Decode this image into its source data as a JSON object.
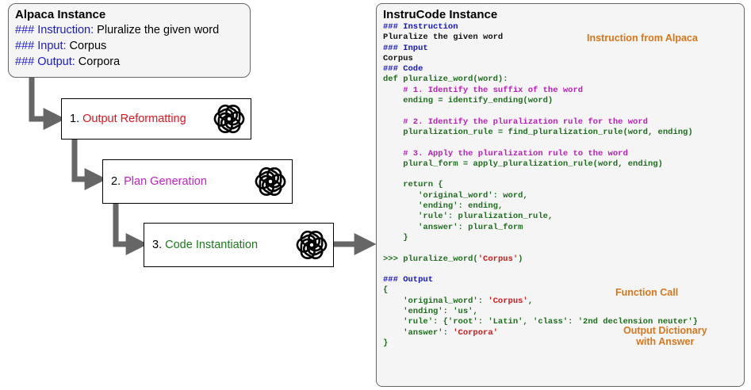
{
  "alpaca": {
    "title": "Alpaca Instance",
    "instruction_key": "### Instruction:",
    "instruction_val": " Pluralize the given word",
    "input_key": "### Input:",
    "input_val": " Corpus",
    "output_key": "### Output:",
    "output_val": " Corpora"
  },
  "steps": [
    {
      "num": "1. ",
      "name": "Output Reformatting",
      "color": "#e3121d",
      "icon": "openai-logo-icon"
    },
    {
      "num": "2. ",
      "name": "Plan Generation",
      "color": "#c61fc6",
      "icon": "openai-logo-icon"
    },
    {
      "num": "3. ",
      "name": "Code Instantiation",
      "color": "#1b7a1b",
      "icon": "openai-logo-icon"
    }
  ],
  "instru": {
    "title": "InstruCode Instance",
    "lines": [
      {
        "segs": [
          {
            "t": "### Instruction",
            "c": "c-blue"
          }
        ]
      },
      {
        "segs": [
          {
            "t": "Pluralize the given word",
            "c": "c-black"
          }
        ]
      },
      {
        "segs": [
          {
            "t": "### Input",
            "c": "c-blue"
          }
        ]
      },
      {
        "segs": [
          {
            "t": "Corpus",
            "c": "c-black"
          }
        ]
      },
      {
        "segs": [
          {
            "t": "### Code",
            "c": "c-blue"
          }
        ]
      },
      {
        "segs": [
          {
            "t": "def pluralize_word(word):",
            "c": "c-green"
          }
        ]
      },
      {
        "segs": [
          {
            "t": "    # 1. Identify the suffix of the word",
            "c": "c-mag"
          }
        ]
      },
      {
        "segs": [
          {
            "t": "    ending = identify_ending(word)",
            "c": "c-green"
          }
        ]
      },
      {
        "segs": []
      },
      {
        "segs": [
          {
            "t": "    # 2. Identify the pluralization rule for the word",
            "c": "c-mag"
          }
        ]
      },
      {
        "segs": [
          {
            "t": "    pluralization_rule = find_pluralization_rule(word, ending)",
            "c": "c-green"
          }
        ]
      },
      {
        "segs": []
      },
      {
        "segs": [
          {
            "t": "    # 3. Apply the pluralization rule to the word",
            "c": "c-mag"
          }
        ]
      },
      {
        "segs": [
          {
            "t": "    plural_form = apply_pluralization_rule(word, ending)",
            "c": "c-green"
          }
        ]
      },
      {
        "segs": []
      },
      {
        "segs": [
          {
            "t": "    return {",
            "c": "c-green"
          }
        ]
      },
      {
        "segs": [
          {
            "t": "       'original_word': word,",
            "c": "c-green"
          }
        ]
      },
      {
        "segs": [
          {
            "t": "       'ending': ending,",
            "c": "c-green"
          }
        ]
      },
      {
        "segs": [
          {
            "t": "       'rule': pluralization_rule,",
            "c": "c-green"
          }
        ]
      },
      {
        "segs": [
          {
            "t": "       'answer': plural_form",
            "c": "c-green"
          }
        ]
      },
      {
        "segs": [
          {
            "t": "    }",
            "c": "c-green"
          }
        ]
      },
      {
        "segs": []
      },
      {
        "segs": [
          {
            "t": ">>> pluralize_word(",
            "c": "c-green"
          },
          {
            "t": "'Corpus'",
            "c": "c-red"
          },
          {
            "t": ")",
            "c": "c-green"
          }
        ]
      },
      {
        "segs": []
      },
      {
        "segs": [
          {
            "t": "### Output",
            "c": "c-blue"
          }
        ]
      },
      {
        "segs": [
          {
            "t": "{",
            "c": "c-green"
          }
        ]
      },
      {
        "segs": [
          {
            "t": "    'original_word': ",
            "c": "c-green"
          },
          {
            "t": "'Corpus'",
            "c": "c-red"
          },
          {
            "t": ",",
            "c": "c-green"
          }
        ]
      },
      {
        "segs": [
          {
            "t": "    'ending': 'us',",
            "c": "c-green"
          }
        ]
      },
      {
        "segs": [
          {
            "t": "    'rule': {'root': 'Latin', 'class': '2nd declension neuter'}",
            "c": "c-green"
          }
        ]
      },
      {
        "segs": [
          {
            "t": "    'answer': ",
            "c": "c-green"
          },
          {
            "t": "'Corpora'",
            "c": "c-red"
          }
        ]
      },
      {
        "segs": [
          {
            "t": "}",
            "c": "c-green"
          }
        ]
      }
    ]
  },
  "annotations": {
    "instruction_from_alpaca": "Instruction from Alpaca",
    "function_call": "Function Call",
    "output_dict_line1": "Output Dictionary",
    "output_dict_line2": "with Answer"
  },
  "colors": {
    "annotation": "#d9761a",
    "connector": "#666666",
    "instruction_blue": "#1a1acd"
  }
}
